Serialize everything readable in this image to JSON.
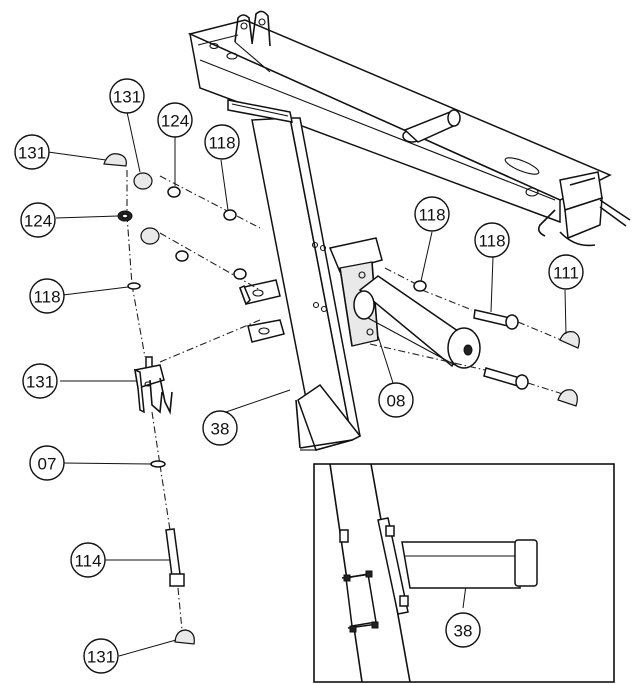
{
  "callouts": [
    {
      "label": "131"
    },
    {
      "label": "131"
    },
    {
      "label": "124"
    },
    {
      "label": "124"
    },
    {
      "label": "118"
    },
    {
      "label": "118"
    },
    {
      "label": "118"
    },
    {
      "label": "118"
    },
    {
      "label": "111"
    },
    {
      "label": "131"
    },
    {
      "label": "08"
    },
    {
      "label": "38"
    },
    {
      "label": "07"
    },
    {
      "label": "114"
    },
    {
      "label": "131"
    },
    {
      "label": "38"
    }
  ]
}
